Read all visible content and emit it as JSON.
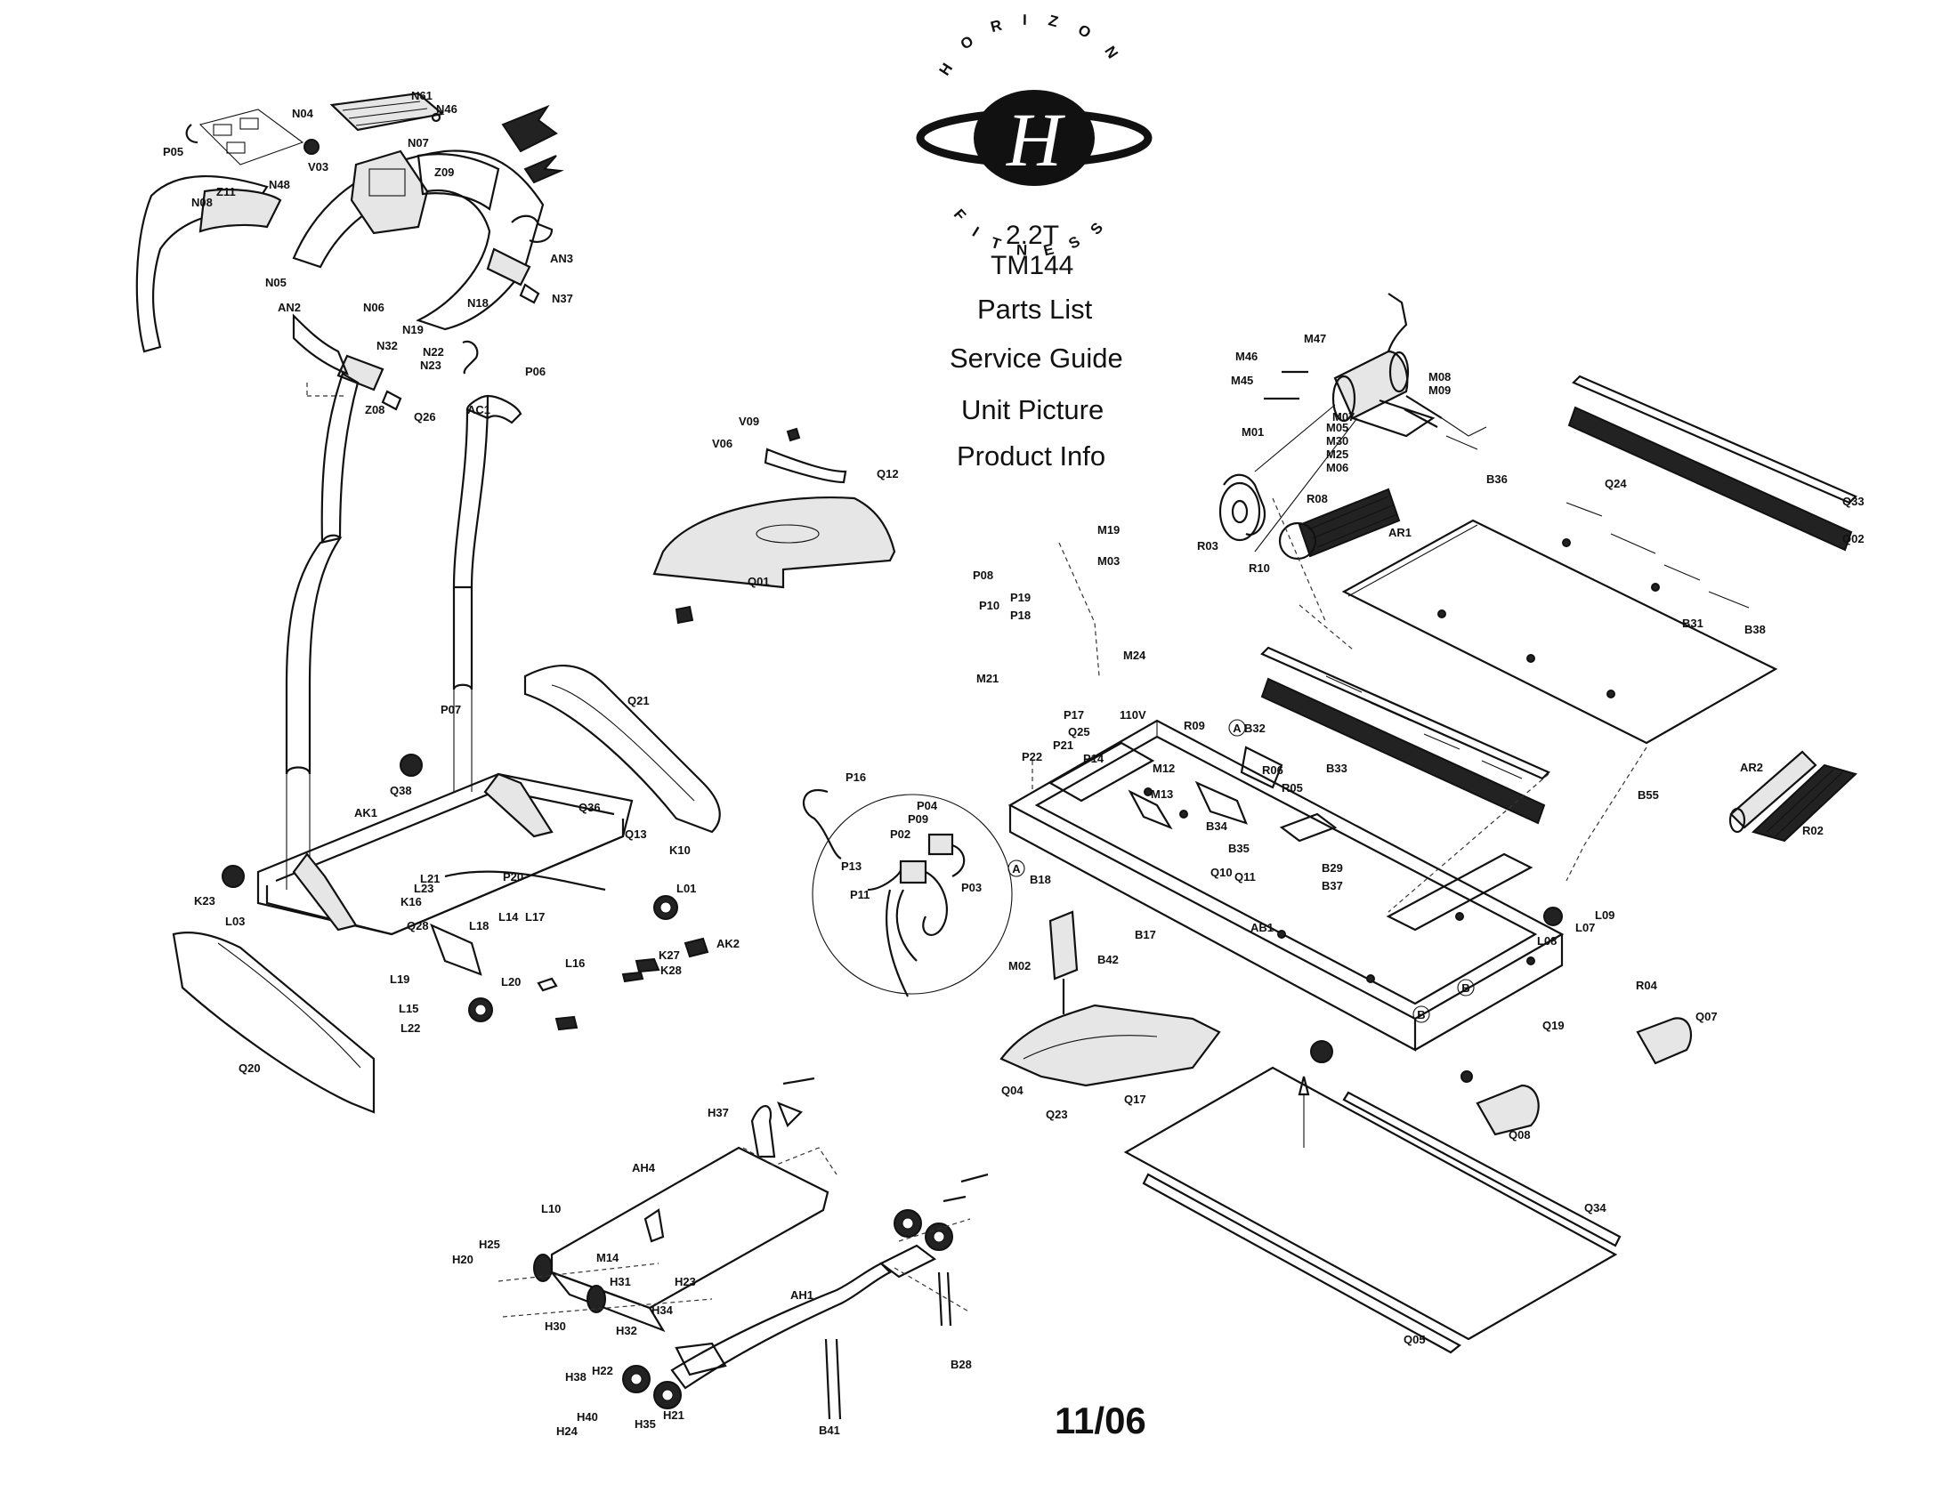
{
  "brand": {
    "top_word": "HORIZON",
    "bottom_word": "FITNESS",
    "monogram": "H"
  },
  "menu": {
    "model_name": "2.2T",
    "model_code": "TM144",
    "parts_list": "Parts List",
    "service_guide": "Service Guide",
    "unit_picture": "Unit Picture",
    "product_info": "Product Info"
  },
  "footer": {
    "date": "11/06"
  },
  "parts": [
    {
      "id": "N61"
    },
    {
      "id": "N04"
    },
    {
      "id": "P05"
    },
    {
      "id": "N46"
    },
    {
      "id": "N07"
    },
    {
      "id": "Z09"
    },
    {
      "id": "V03"
    },
    {
      "id": "N48"
    },
    {
      "id": "Z11"
    },
    {
      "id": "N08"
    },
    {
      "id": "N05"
    },
    {
      "id": "N06"
    },
    {
      "id": "N32"
    },
    {
      "id": "N18"
    },
    {
      "id": "N37"
    },
    {
      "id": "Z08"
    },
    {
      "id": "Q26"
    },
    {
      "id": "AN2"
    },
    {
      "id": "AN3"
    },
    {
      "id": "N22"
    },
    {
      "id": "N23"
    },
    {
      "id": "N19"
    },
    {
      "id": "AC1"
    },
    {
      "id": "P06"
    },
    {
      "id": "V09"
    },
    {
      "id": "V06"
    },
    {
      "id": "Q12"
    },
    {
      "id": "Q01"
    },
    {
      "id": "Q21"
    },
    {
      "id": "P07"
    },
    {
      "id": "Q38"
    },
    {
      "id": "Q36"
    },
    {
      "id": "Q13"
    },
    {
      "id": "K10"
    },
    {
      "id": "AK1"
    },
    {
      "id": "P20"
    },
    {
      "id": "L01"
    },
    {
      "id": "AK2"
    },
    {
      "id": "K23"
    },
    {
      "id": "L03"
    },
    {
      "id": "L23"
    },
    {
      "id": "L21"
    },
    {
      "id": "K16"
    },
    {
      "id": "L18"
    },
    {
      "id": "L14"
    },
    {
      "id": "L17"
    },
    {
      "id": "Q28"
    },
    {
      "id": "L20"
    },
    {
      "id": "L16"
    },
    {
      "id": "L19"
    },
    {
      "id": "L15"
    },
    {
      "id": "L22"
    },
    {
      "id": "K27"
    },
    {
      "id": "K28"
    },
    {
      "id": "Q20"
    },
    {
      "id": "M46"
    },
    {
      "id": "M47"
    },
    {
      "id": "M45"
    },
    {
      "id": "M08"
    },
    {
      "id": "M09"
    },
    {
      "id": "M07"
    },
    {
      "id": "M05"
    },
    {
      "id": "M30"
    },
    {
      "id": "M25"
    },
    {
      "id": "M06"
    },
    {
      "id": "M01"
    },
    {
      "id": "R08"
    },
    {
      "id": "R03"
    },
    {
      "id": "R10"
    },
    {
      "id": "AR1"
    },
    {
      "id": "B36"
    },
    {
      "id": "Q24"
    },
    {
      "id": "Q33"
    },
    {
      "id": "Q02"
    },
    {
      "id": "B31"
    },
    {
      "id": "B38"
    },
    {
      "id": "M19"
    },
    {
      "id": "M03"
    },
    {
      "id": "P08"
    },
    {
      "id": "P19"
    },
    {
      "id": "P10"
    },
    {
      "id": "P18"
    },
    {
      "id": "M24"
    },
    {
      "id": "M21"
    },
    {
      "id": "P17"
    },
    {
      "id": "110V"
    },
    {
      "id": "Q25"
    },
    {
      "id": "P21"
    },
    {
      "id": "P22"
    },
    {
      "id": "P14"
    },
    {
      "id": "M12"
    },
    {
      "id": "M13"
    },
    {
      "id": "R09"
    },
    {
      "id": "B32"
    },
    {
      "id": "R06"
    },
    {
      "id": "R05"
    },
    {
      "id": "B33"
    },
    {
      "id": "B34"
    },
    {
      "id": "B35"
    },
    {
      "id": "B29"
    },
    {
      "id": "B37"
    },
    {
      "id": "Q10"
    },
    {
      "id": "Q11"
    },
    {
      "id": "P16"
    },
    {
      "id": "P04"
    },
    {
      "id": "P02"
    },
    {
      "id": "P09"
    },
    {
      "id": "P13"
    },
    {
      "id": "P11"
    },
    {
      "id": "P03"
    },
    {
      "id": "B18"
    },
    {
      "id": "B17"
    },
    {
      "id": "B42"
    },
    {
      "id": "AB1"
    },
    {
      "id": "M02"
    },
    {
      "id": "B55"
    },
    {
      "id": "AR2"
    },
    {
      "id": "R02"
    },
    {
      "id": "L09"
    },
    {
      "id": "L08"
    },
    {
      "id": "L07"
    },
    {
      "id": "Q19"
    },
    {
      "id": "R04"
    },
    {
      "id": "Q07"
    },
    {
      "id": "Q04"
    },
    {
      "id": "Q23"
    },
    {
      "id": "Q17"
    },
    {
      "id": "Q08"
    },
    {
      "id": "Q34"
    },
    {
      "id": "Q05"
    },
    {
      "id": "H37"
    },
    {
      "id": "AH4"
    },
    {
      "id": "L10"
    },
    {
      "id": "H25"
    },
    {
      "id": "H20"
    },
    {
      "id": "M14"
    },
    {
      "id": "H31"
    },
    {
      "id": "H23"
    },
    {
      "id": "H34"
    },
    {
      "id": "H30"
    },
    {
      "id": "H32"
    },
    {
      "id": "AH1"
    },
    {
      "id": "B28"
    },
    {
      "id": "H38"
    },
    {
      "id": "H22"
    },
    {
      "id": "H40"
    },
    {
      "id": "H24"
    },
    {
      "id": "H35"
    },
    {
      "id": "H21"
    },
    {
      "id": "B41"
    }
  ],
  "callouts": {
    "circle_a": "A",
    "circle_b": "B"
  }
}
